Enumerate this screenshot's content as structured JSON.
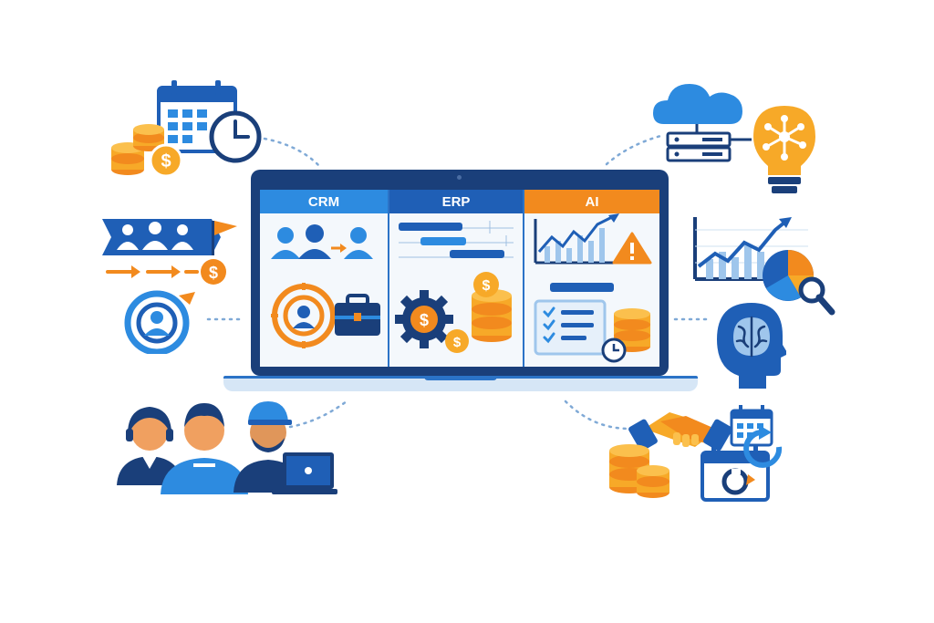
{
  "screen": {
    "tabs": [
      {
        "label": "CRM",
        "color": "#2d8be0"
      },
      {
        "label": "ERP",
        "color": "#1f5fb6"
      },
      {
        "label": "AI",
        "color": "#f28a1e"
      }
    ]
  },
  "colors": {
    "primary_blue": "#1f5fb6",
    "light_blue": "#2d8be0",
    "navy": "#1a3f7a",
    "orange": "#f28a1e",
    "gold": "#f7a928"
  },
  "icons": [
    "calendar-icon",
    "clock-icon",
    "coins-icon",
    "dollar-icon",
    "team-flag-icon",
    "arrow-dollar-icon",
    "target-person-icon",
    "support-team-icon",
    "cloud-server-icon",
    "lightbulb-network-icon",
    "growth-chart-icon",
    "pie-search-icon",
    "brain-head-icon",
    "handshake-icon",
    "calendar-sync-icon"
  ]
}
